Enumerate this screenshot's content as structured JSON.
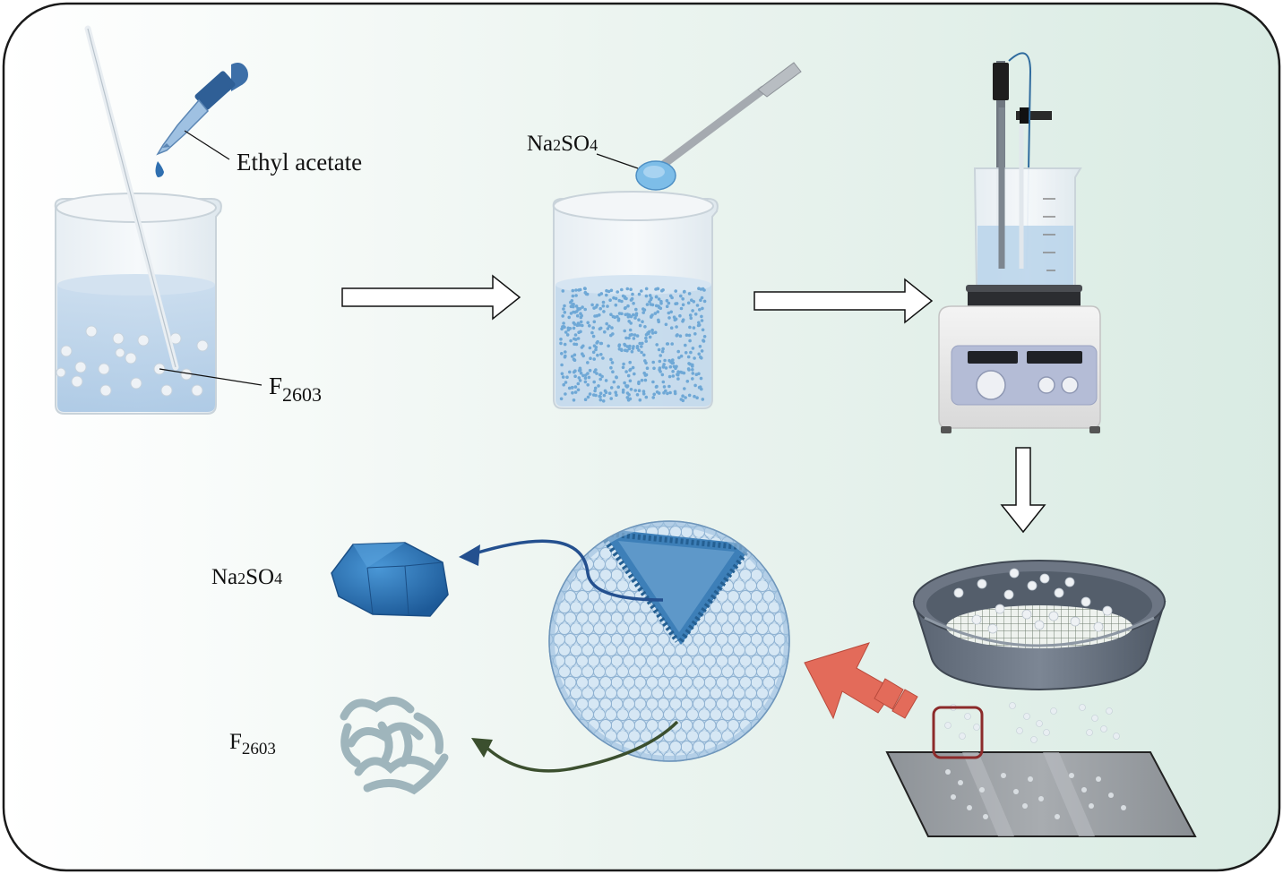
{
  "labels": {
    "ethyl_acetate": "Ethyl acetate",
    "f2603_main": "F",
    "f2603_sub": "2603",
    "na2so4_top_a": "Na",
    "na2so4_top_b": "2",
    "na2so4_top_c": "SO",
    "na2so4_top_d": "4",
    "na2so4_bottom_a": "Na",
    "na2so4_bottom_b": "2",
    "na2so4_bottom_c": "SO",
    "na2so4_bottom_d": "4",
    "f2603_bottom_main": "F",
    "f2603_bottom_sub": "2603"
  },
  "colors": {
    "frame_border": "#1a1a1a",
    "background_left": "#ffffff",
    "background_right": "#dcece5",
    "liquid": "#b9d3ea",
    "particles_white": "#eef2f6",
    "particles_blue": "#6fa8d6",
    "na2so4_crystal": "#2b74b8",
    "f2603_cluster": "#a6bcc2",
    "vesicle": "#bcd6ec",
    "arrow_blue": "#24508f",
    "arrow_green": "#3b4f2e",
    "arrow_red": "#e36b5a"
  },
  "icons": [
    "beaker-icon",
    "dropper-icon",
    "stirring-rod-icon",
    "spatula-icon",
    "magnetic-stirrer-icon",
    "sieve-icon",
    "glass-plate-icon",
    "vesicle-icon",
    "crystal-icon",
    "polymer-cluster-icon"
  ]
}
